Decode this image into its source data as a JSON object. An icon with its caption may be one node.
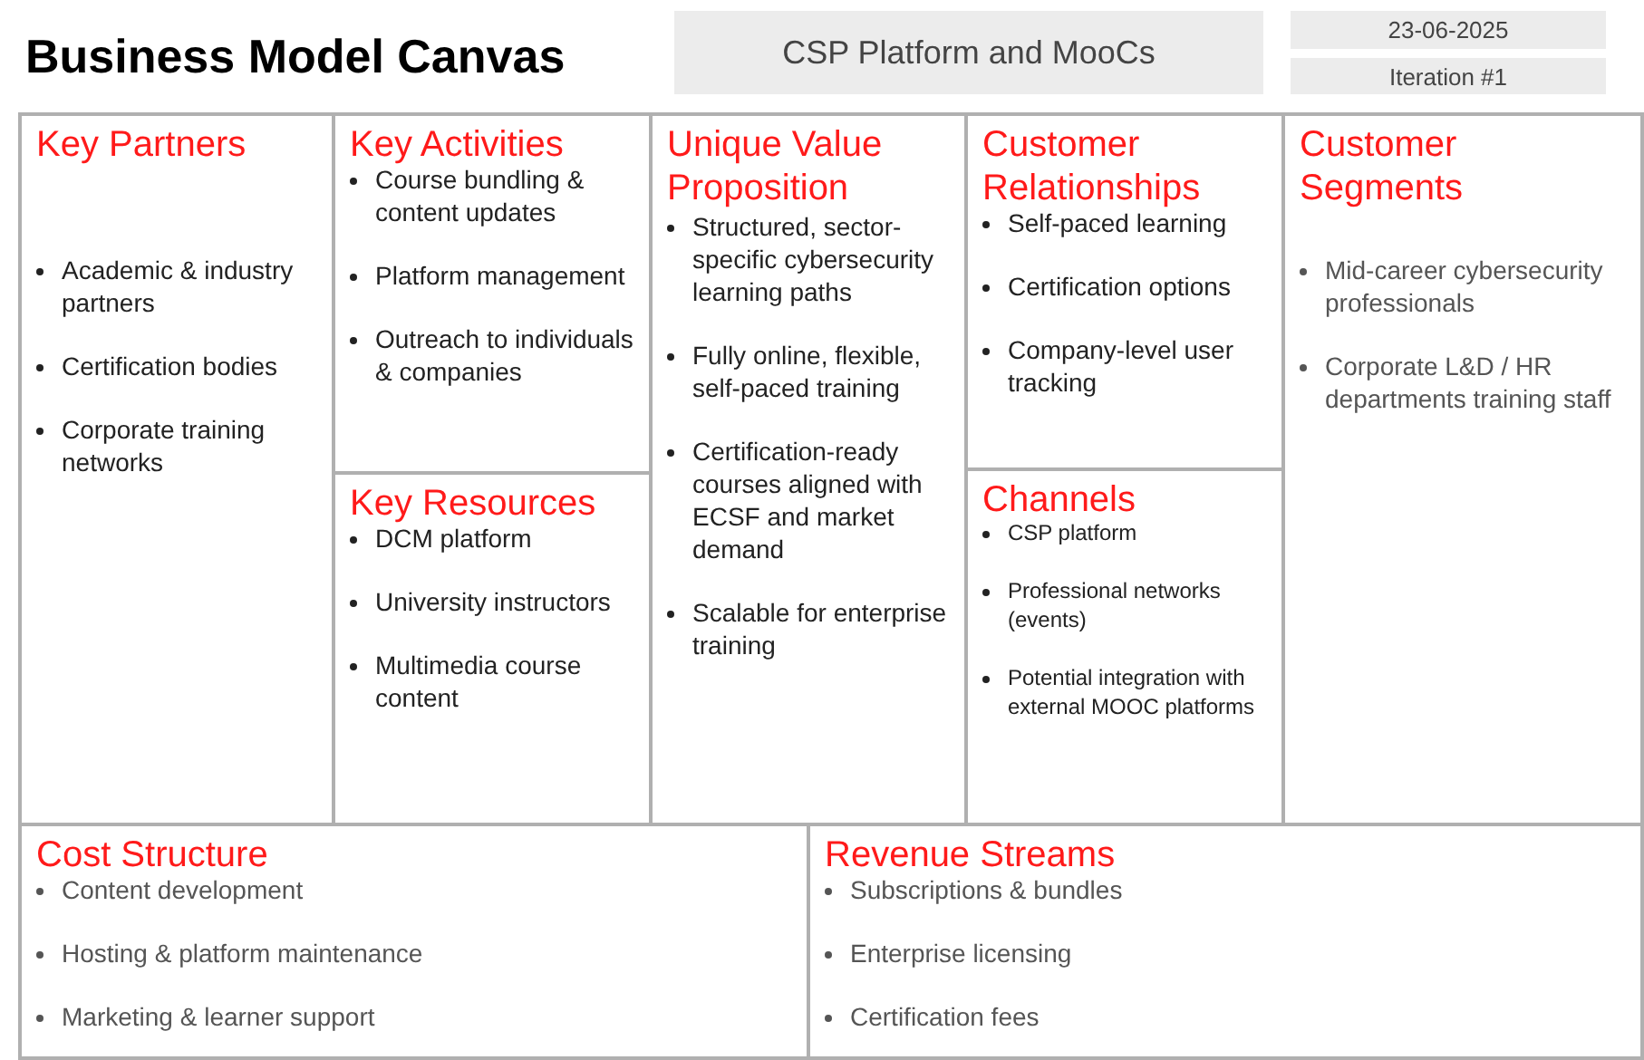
{
  "diagram": {
    "title": "Business Model Canvas",
    "nodes": [
      {
        "text": [
          "CSP Platform and MooCs"
        ]
      },
      {
        "text": [
          "23-06-2025"
        ]
      },
      {
        "text": [
          "Iteration #1"
        ]
      },
      {
        "text": [
          "Key Partners",
          "Academic & industry partners",
          "Certification bodies",
          "Corporate training networks"
        ]
      },
      {
        "text": [
          "Key Activities",
          "Course bundling & content updates",
          "Platform management",
          "Outreach to individuals & companies"
        ]
      },
      {
        "text": [
          "Key Resources",
          "DCM platform",
          "University instructors",
          "Multimedia course content"
        ]
      },
      {
        "text": [
          "Unique Value Proposition",
          "Structured, sector-specific cybersecurity learning paths",
          "Fully online, flexible, self-paced training",
          "Certification-ready courses aligned with ECSF and market demand",
          "Scalable for enterprise training"
        ]
      },
      {
        "text": [
          "Customer Relationships",
          "Self-paced learning",
          "Certification options",
          "Company-level user tracking"
        ]
      },
      {
        "text": [
          "Channels",
          "CSP platform",
          "Professional networks (events)",
          "Potential integration with external MOOC platforms"
        ]
      },
      {
        "text": [
          "Customer Segments",
          "Mid-career cybersecurity professionals",
          "Corporate L&D / HR departments training staff"
        ]
      },
      {
        "text": [
          "Cost Structure",
          "Content development",
          "Hosting & platform maintenance",
          "Marketing & learner support"
        ]
      },
      {
        "text": [
          "Revenue Streams",
          "Subscriptions & bundles",
          "Enterprise licensing",
          "Certification fees"
        ]
      }
    ]
  }
}
